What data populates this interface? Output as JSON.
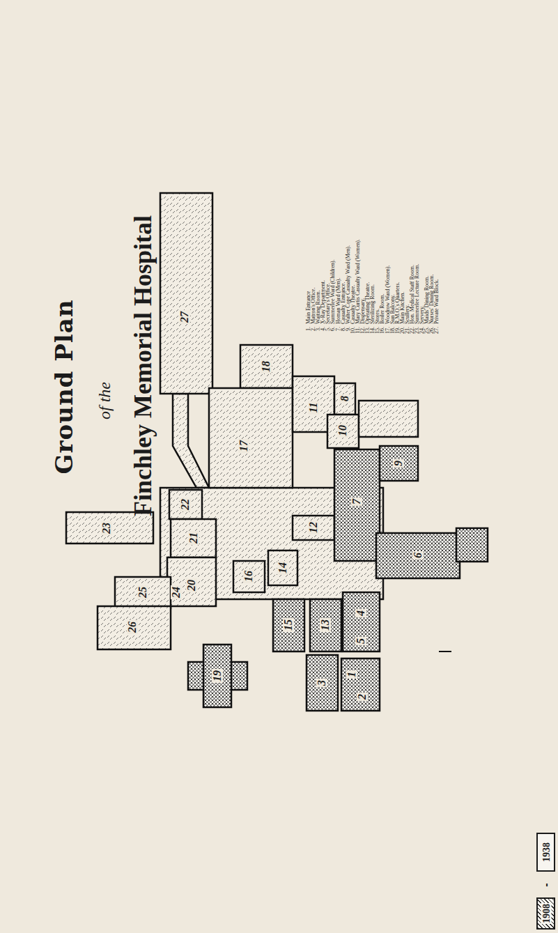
{
  "diagram": {
    "title": "Ground Plan",
    "labels": [
      "of the",
      "Finchley Memorial Hospital",
      "27",
      "18",
      "17",
      "11",
      "10",
      "8",
      "7",
      "9",
      "12",
      "6",
      "16",
      "14",
      "22",
      "21",
      "23",
      "20",
      "24",
      "25",
      "26",
      "19",
      "15",
      "13",
      "4",
      "5",
      "3",
      "1",
      "2",
      "1.",
      "Main Entrance",
      "2.",
      "Matron's Office.",
      "3.",
      "Waiting Room.",
      "4.",
      "X-Ray Department.",
      "5.",
      "Secretary's Office.",
      "6.",
      "Summerlee Ward (Children).",
      "7.",
      "Homan Ward (Men).",
      "8.",
      "Casualty Entrance.",
      "9.",
      "Walter Cope Casualty Ward (Men).",
      "10.",
      "Casualty Theatre.",
      "11.",
      "Mary Curtis Casualty Ward (Women).",
      "12.",
      "Dispensary.",
      "13.",
      "Operating Theatre.",
      "14.",
      "Sterilizing Room.",
      "15.",
      "Stores.",
      "16.",
      "Boiler Room.",
      "17.",
      "Woodrow Ward (Women).",
      "18.",
      "Sun Balcony.",
      "19.",
      "R.M.O.'s Quarters.",
      "20.",
      "Main Kitchen.",
      "21.",
      "Scullery.",
      "22.",
      "Hon. Medical Staff Room.",
      "23.",
      "Summerlee Lecture Room.",
      "24.",
      "Servery.",
      "25.",
      "Maids' Dining Room.",
      "26.",
      "Nurses' Dining Room.",
      "27.",
      "Private Ward Block.",
      "-"
    ],
    "legend": [
      {
        "text": "1908"
      },
      {
        "text": "1938"
      }
    ]
  }
}
